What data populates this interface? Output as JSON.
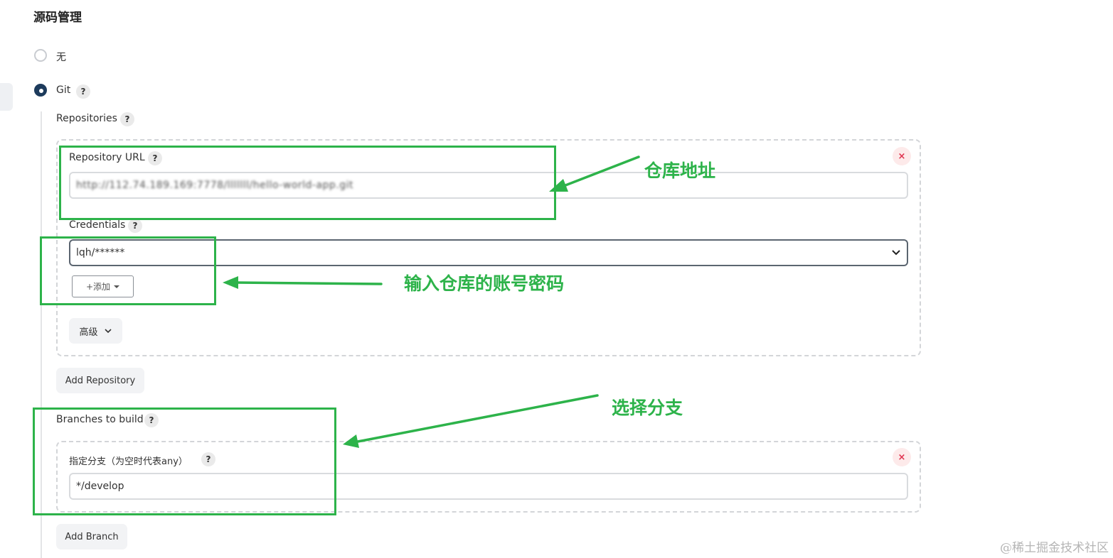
{
  "section": {
    "title": "源码管理"
  },
  "scm_options": [
    {
      "label": "无",
      "selected": false
    },
    {
      "label": "Git",
      "selected": true,
      "help": "?"
    }
  ],
  "repositories": {
    "label": "Repositories",
    "help": "?",
    "url_label": "Repository URL",
    "url_help": "?",
    "url_value": "http://112.74.189.169:7778/lllllll/hello-world-app.git",
    "credentials_label": "Credentials",
    "credentials_help": "?",
    "credentials_value": "lqh/******",
    "add_button": "+添加",
    "advanced_button": "高级",
    "remove_icon": "×",
    "add_repository_button": "Add Repository"
  },
  "branches": {
    "label": "Branches to build",
    "help": "?",
    "specifier_label": "指定分支（为空时代表any）",
    "specifier_help": "?",
    "specifier_value": "*/develop",
    "remove_icon": "×",
    "add_branch_button": "Add Branch"
  },
  "annotations": {
    "repo_address": "仓库地址",
    "credentials": "输入仓库的账号密码",
    "branch": "选择分支",
    "color": "#2db34a"
  },
  "watermark": "@稀土掘金技术社区"
}
